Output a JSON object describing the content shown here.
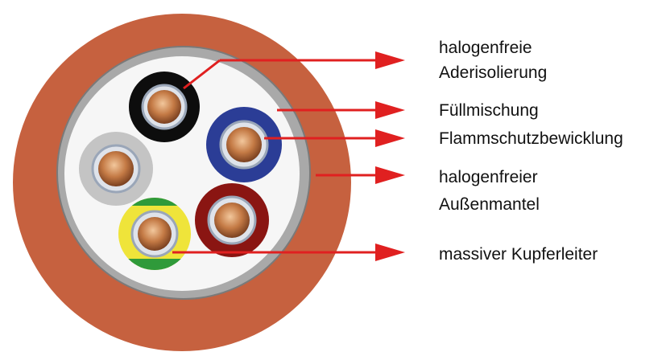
{
  "labels": {
    "insulation": [
      "halogenfreie",
      "Aderisolierung"
    ],
    "filler": "Füllmischung",
    "flame_wrap": "Flammschutzbewicklung",
    "sheath": [
      "halogenfreier",
      "Außenmantel"
    ],
    "conductor": "massiver Kupferleiter"
  },
  "colors": {
    "sheath": "#c6613f",
    "filler": "#f6f6f6",
    "wrap": "#a9a9a9",
    "arrow": "#e02020",
    "core_black": "#0d0d0d",
    "core_blue": "#2b3d96",
    "core_grey": "#c4c4c4",
    "core_brown": "#8a1512",
    "core_yellow": "#efe43a",
    "core_green": "#2f9a3a",
    "copper": "#c47a45"
  }
}
